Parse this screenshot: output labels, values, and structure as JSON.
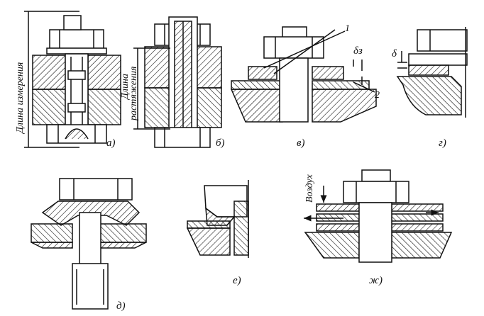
{
  "panels": [
    {
      "key": "a",
      "caption": "а)"
    },
    {
      "key": "b",
      "caption": "б)"
    },
    {
      "key": "v",
      "caption": "в)"
    },
    {
      "key": "g",
      "caption": "г)"
    },
    {
      "key": "d",
      "caption": "д)"
    },
    {
      "key": "e",
      "caption": "е)"
    },
    {
      "key": "zh",
      "caption": "ж)"
    }
  ],
  "labels": {
    "measure_length": "Длина измерения",
    "stretch_length_1": "Длина",
    "stretch_length_2": "растяжения",
    "delta_z": "δз",
    "delta": "δ",
    "part_1": "1",
    "part_2": "2",
    "air": "Воздух"
  }
}
